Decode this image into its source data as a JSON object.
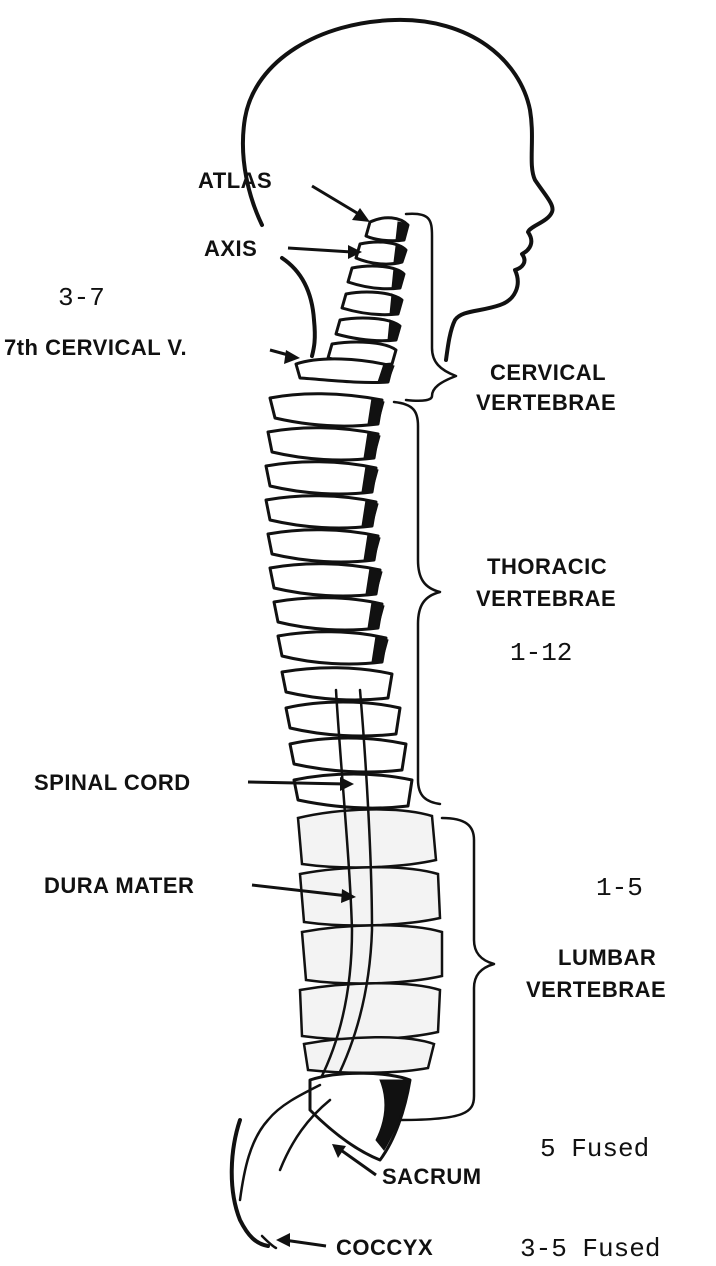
{
  "labels": {
    "atlas": "ATLAS",
    "axis": "AXIS",
    "c7": "7th CERVICAL V.",
    "cervical_line1": "CERVICAL",
    "cervical_line2": "VERTEBRAE",
    "thoracic_line1": "THORACIC",
    "thoracic_line2": "VERTEBRAE",
    "spinal_cord": "SPINAL CORD",
    "dura_mater": "DURA MATER",
    "lumbar_line1": "LUMBAR",
    "lumbar_line2": "VERTEBRAE",
    "sacrum": "SACRUM",
    "coccyx": "COCCYX"
  },
  "counts": {
    "cervical": "3-7",
    "thoracic": "1-12",
    "lumbar": "1-5",
    "sacrum": "5 Fused",
    "coccyx": "3-5 Fused"
  }
}
